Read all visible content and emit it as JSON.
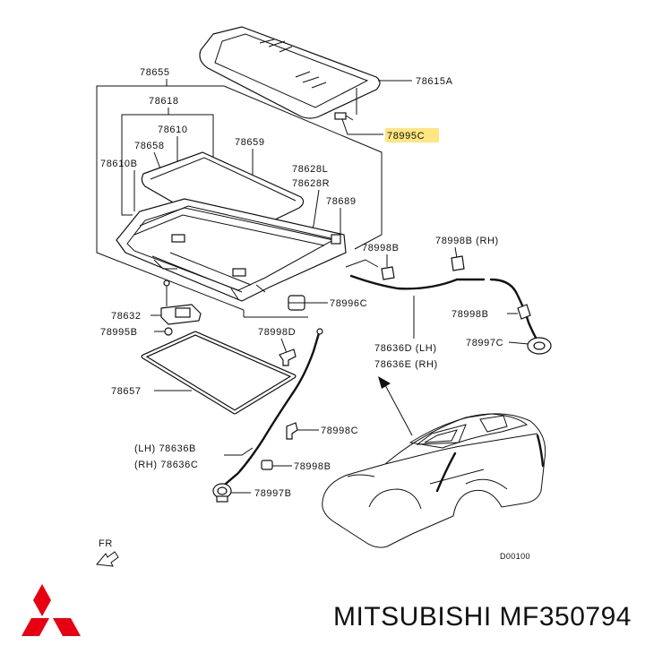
{
  "labels": {
    "l78655": "78655",
    "l78618": "78618",
    "l78610": "78610",
    "l78658": "78658",
    "l78610b": "78610B",
    "l78659": "78659",
    "l78628l": "78628L",
    "l78628r": "78628R",
    "l78689": "78689",
    "l78615a": "78615A",
    "l78995c": "78995C",
    "l78998b_a": "78998B",
    "l78998b_rh": "78998B (RH)",
    "l78996c": "78996C",
    "l78998b_b": "78998B",
    "l78632": "78632",
    "l78995b": "78995B",
    "l78998d": "78998D",
    "l78636d": "78636D (LH)",
    "l78997c": "78997C",
    "l78636e": "78636E (RH)",
    "l78657": "78657",
    "l78998c": "78998C",
    "l78636b": "(LH) 78636B",
    "l78636c": "(RH) 78636C",
    "l78998b_c": "78998B",
    "l78997b": "78997B",
    "fr": "FR",
    "code": "D00100"
  },
  "highlight_color": "#ffe680",
  "brand": {
    "logo": "three-diamond-logo",
    "caption": "MITSUBISHI MF350794"
  }
}
